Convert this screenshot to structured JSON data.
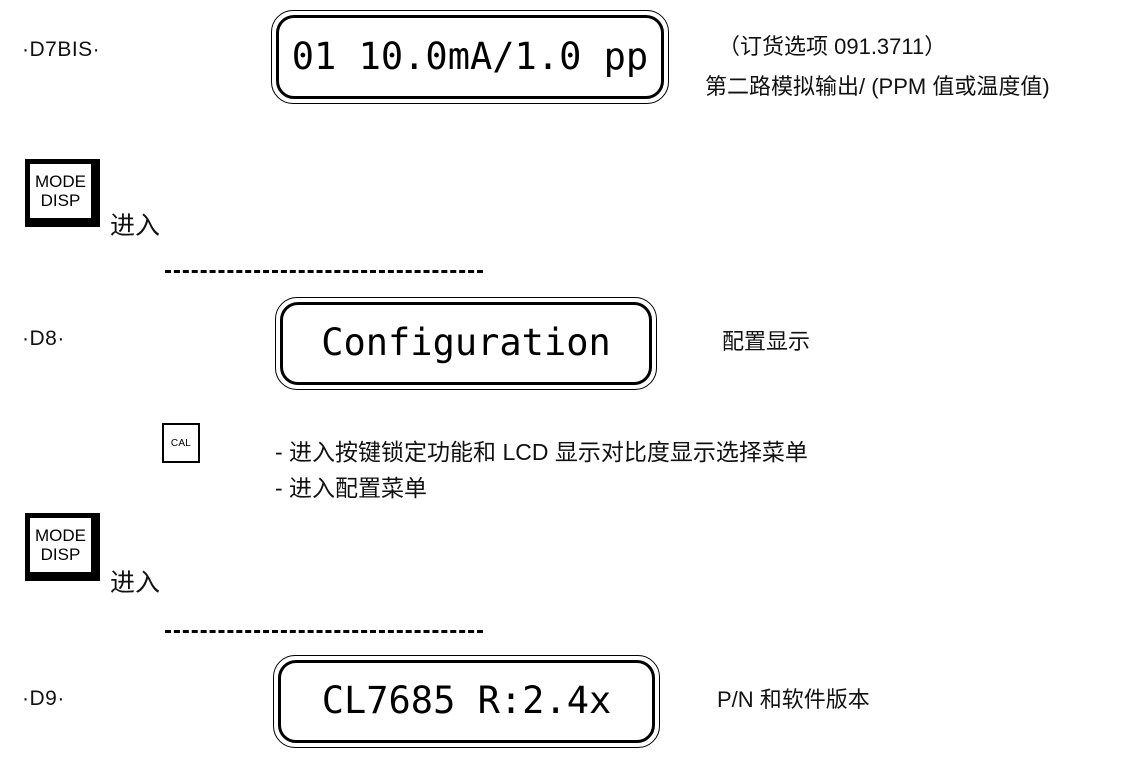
{
  "steps": [
    {
      "id": "d7bis",
      "label": "·D7BIS·",
      "display_text": "01 10.0mA/1.0 pp",
      "note_line1": "（订货选项 091.3711）",
      "note_line2": "第二路模拟输出/ (PPM 值或温度值)"
    },
    {
      "id": "d8",
      "label": "·D8·",
      "display_text": "Configuration",
      "note_line1": "配置显示"
    },
    {
      "id": "d9",
      "label": "·D9·",
      "display_text": "CL7685 R:2.4x",
      "note_line1": "P/N 和软件版本"
    }
  ],
  "keys": {
    "mode_line1": "MODE",
    "mode_line2": "DISP",
    "mode_note": "进入",
    "cal_label": "CAL"
  },
  "cal_actions": [
    "- 进入按键锁定功能和 LCD 显示对比度显示选择菜单",
    "- 进入配置菜单"
  ],
  "colors": {
    "ink": "#000000",
    "text": "#111111",
    "background": "#ffffff"
  }
}
